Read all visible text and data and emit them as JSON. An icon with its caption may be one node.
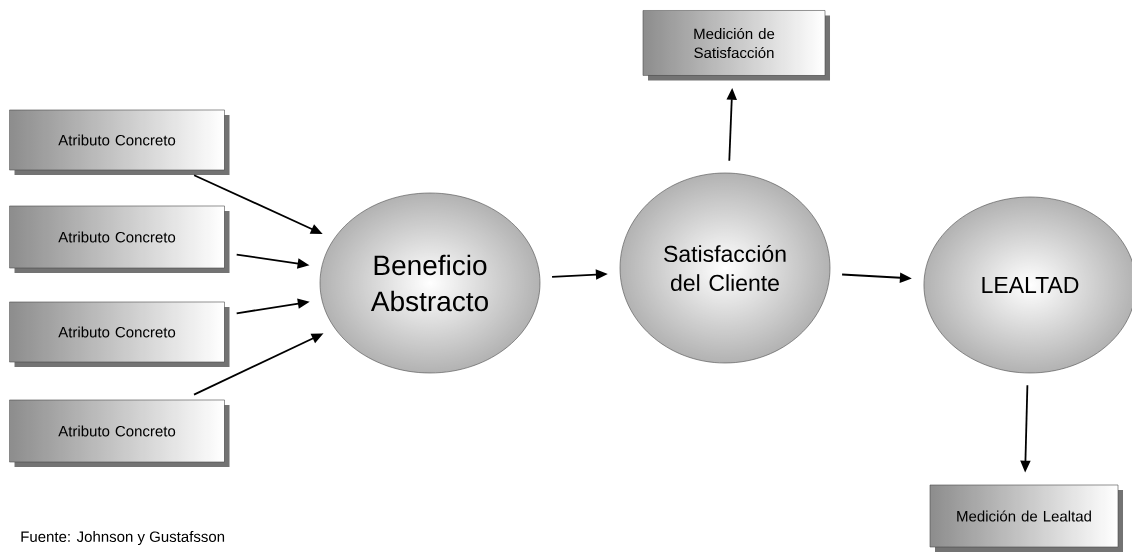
{
  "diagram": {
    "nodes": [
      {
        "text": [
          "Atributo Concreto"
        ]
      },
      {
        "text": [
          "Atributo Concreto"
        ]
      },
      {
        "text": [
          "Atributo Concreto"
        ]
      },
      {
        "text": [
          "Atributo Concreto"
        ]
      },
      {
        "text": [
          "Beneficio Abstracto"
        ]
      },
      {
        "text": [
          "Medición de Satisfacción"
        ]
      },
      {
        "text": [
          "Satisfacción del Cliente"
        ]
      },
      {
        "text": [
          "LEALTAD"
        ]
      },
      {
        "text": [
          "Medición de Lealtad"
        ]
      }
    ],
    "edges": [
      {
        "from": 0,
        "to": 4,
        "arrow": "to"
      },
      {
        "from": 1,
        "to": 4,
        "arrow": "to"
      },
      {
        "from": 2,
        "to": 4,
        "arrow": "to"
      },
      {
        "from": 3,
        "to": 4,
        "arrow": "to"
      },
      {
        "from": 4,
        "to": 6,
        "arrow": "to"
      },
      {
        "from": 6,
        "to": 5,
        "arrow": "to"
      },
      {
        "from": 6,
        "to": 7,
        "arrow": "to"
      },
      {
        "from": 7,
        "to": 8,
        "arrow": "to"
      }
    ],
    "labels": [
      "Fuente: Johnson y Gustafsson"
    ]
  }
}
